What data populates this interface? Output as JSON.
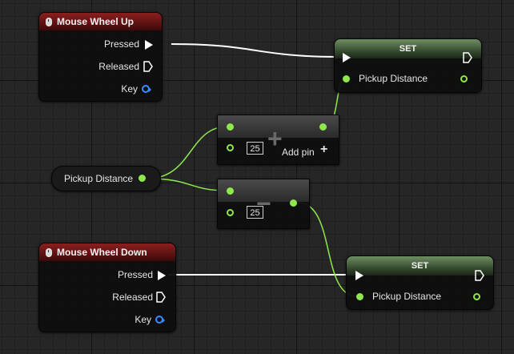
{
  "nodes": {
    "wheel_up": {
      "title": "Mouse Wheel Up",
      "pressed": "Pressed",
      "released": "Released",
      "key": "Key"
    },
    "set_top": {
      "title": "SET",
      "var": "Pickup Distance"
    },
    "add": {
      "value": "25",
      "add_pin": "Add pin",
      "add_pin_icon": "+"
    },
    "subtract": {
      "value": "25"
    },
    "getter": {
      "var": "Pickup Distance"
    },
    "wheel_down": {
      "title": "Mouse Wheel Down",
      "pressed": "Pressed",
      "released": "Released",
      "key": "Key"
    },
    "set_bottom": {
      "title": "SET",
      "var": "Pickup Distance"
    }
  },
  "colors": {
    "event_header": "#8a1f1f",
    "set_header": "#4c6c42",
    "float_pin": "#8ee84c",
    "exec_wire": "#ffffff",
    "key_pin": "#3a8cff"
  },
  "icons": [
    "mouse-icon",
    "exec-pin-icon",
    "float-pin-icon",
    "struct-pin-icon",
    "add-icon",
    "subtract-icon"
  ]
}
